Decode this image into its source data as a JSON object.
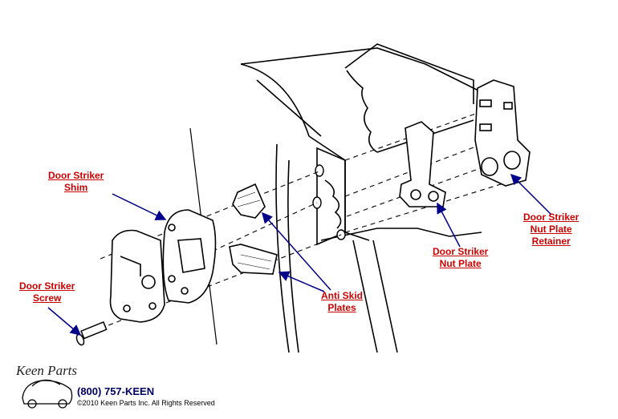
{
  "labels": {
    "door_striker_shim": [
      "Door Striker",
      "Shim"
    ],
    "door_striker_screw": [
      "Door Striker",
      "Screw"
    ],
    "anti_skid_plates": [
      "Anti Skid",
      "Plates"
    ],
    "door_striker_nut_plate": [
      "Door Striker",
      "Nut Plate"
    ],
    "door_striker_nut_plate_retainer": [
      "Door Striker",
      "Nut Plate",
      "Retainer"
    ]
  },
  "branding": {
    "logo_text": "Keen Parts",
    "phone": "(800) 757-KEEN",
    "copyright": "©2010 Keen Parts Inc. All Rights Reserved"
  },
  "colors": {
    "label_text": "#cc0000",
    "arrow": "#00008b",
    "line_art": "#000000",
    "phone_text": "#000066"
  }
}
